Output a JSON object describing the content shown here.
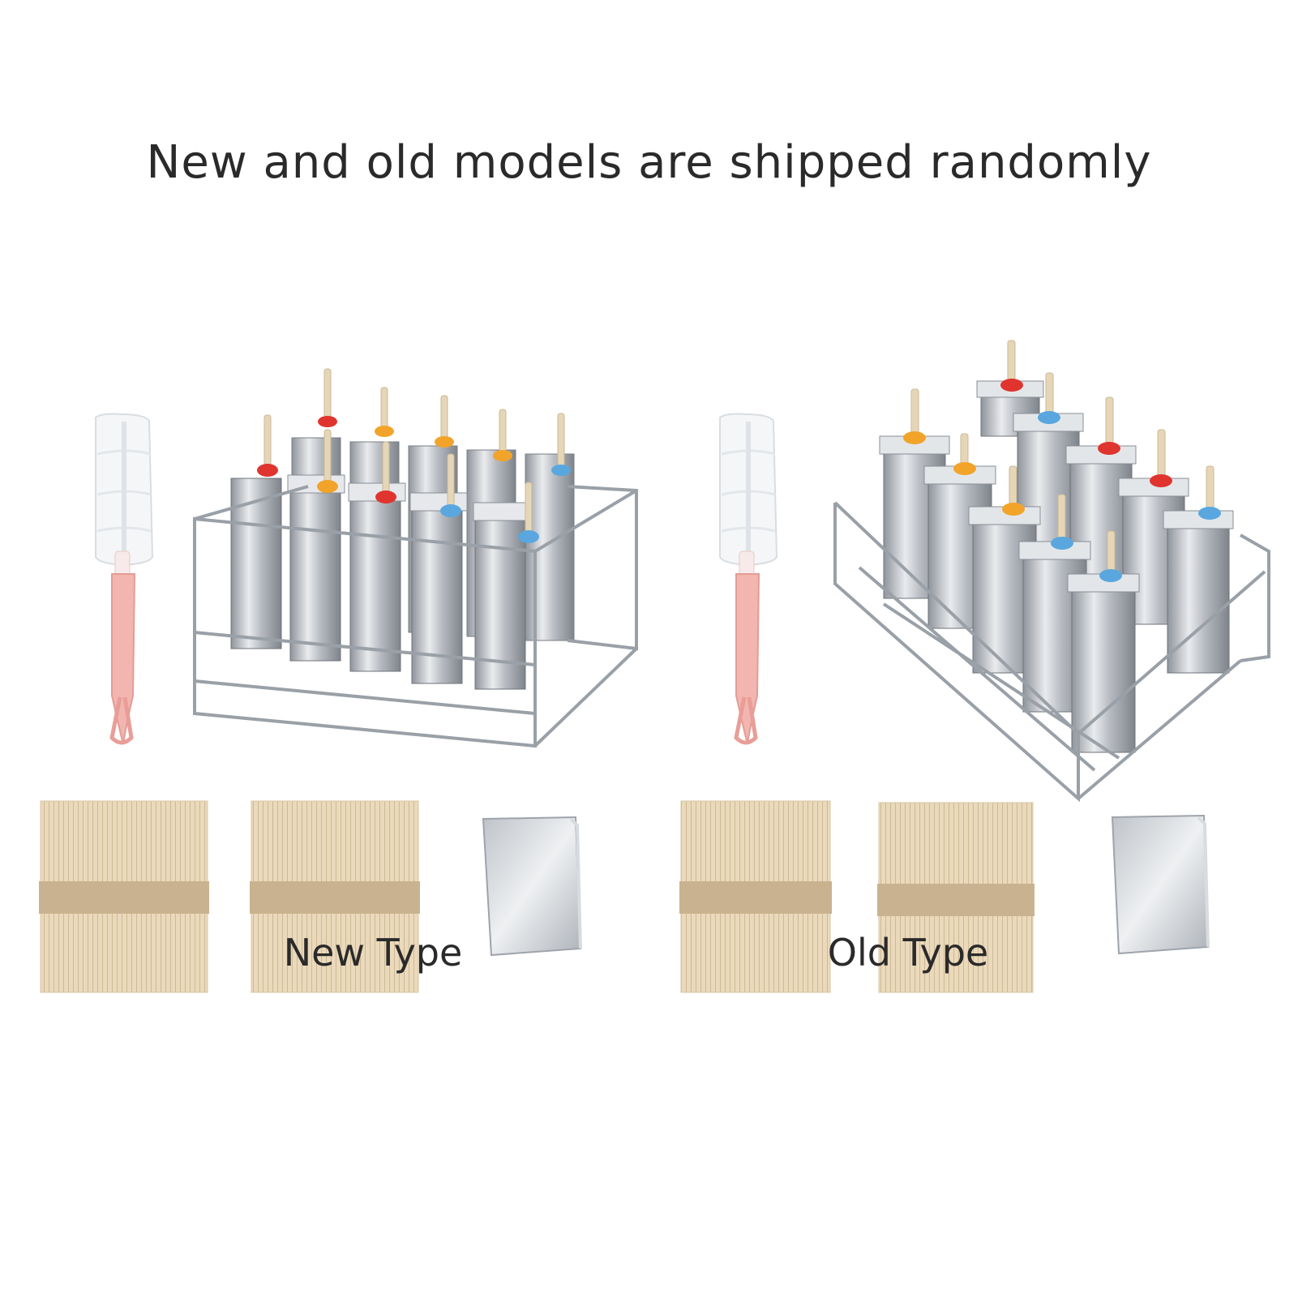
{
  "heading": "New and old models are shipped randomly",
  "labels": {
    "new_type": "New Type",
    "old_type": "Old Type"
  },
  "items": {
    "new_set": [
      "popsicle-mold-rack-new",
      "cleaning-brush",
      "wooden-sticks-bundle",
      "wooden-sticks-bundle",
      "plastic-bags-pack"
    ],
    "old_set": [
      "popsicle-mold-rack-old",
      "cleaning-brush",
      "wooden-sticks-bundle",
      "wooden-sticks-bundle",
      "plastic-bags-pack"
    ]
  },
  "colors": {
    "text": "#2a2a2a",
    "steel": "#c9ccd1",
    "wood": "#e6d6b8",
    "band": "#c9b28f",
    "brush_handle": "#f3b5b0",
    "cap_red": "#e0342f",
    "cap_orange": "#f2a42a",
    "cap_blue": "#5aa7df"
  }
}
